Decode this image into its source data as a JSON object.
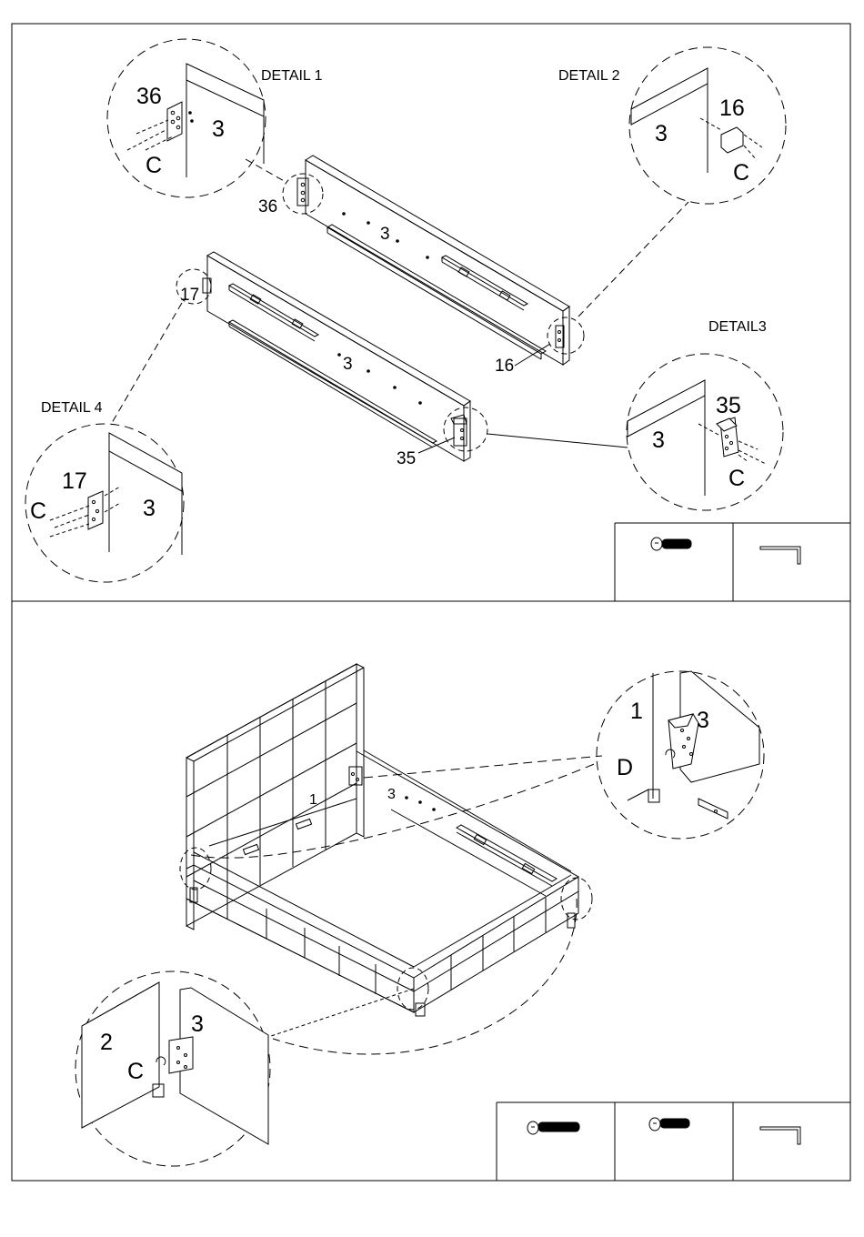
{
  "step1": {
    "detail_1": {
      "title": "DETAIL 1",
      "bracket": "36",
      "panel": "3",
      "screw": "C"
    },
    "detail_2": {
      "title": "DETAIL 2",
      "bracket": "16",
      "panel": "3",
      "screw": "C"
    },
    "detail_3": {
      "title": "DETAIL3",
      "bracket": "35",
      "panel": "3",
      "screw": "C"
    },
    "detail_4": {
      "title": "DETAIL 4",
      "bracket": "17",
      "panel": "3",
      "screw": "C"
    },
    "rail_back": {
      "panel": "3",
      "bracket_left": "36",
      "bracket_right": "16"
    },
    "rail_front": {
      "panel": "3",
      "bracket_left": "17",
      "bracket_right": "35"
    },
    "tools": [
      {
        "icon": "short-bolt-icon"
      },
      {
        "icon": "allen-key-icon"
      }
    ]
  },
  "step2": {
    "frame": {
      "side_rail": "3",
      "headboard_rail": "1"
    },
    "detail_top": {
      "part_a": "1",
      "part_b": "3",
      "screw": "D"
    },
    "detail_bottom": {
      "part_a": "2",
      "part_b": "3",
      "screw": "C"
    },
    "tools": [
      {
        "icon": "long-bolt-icon"
      },
      {
        "icon": "short-bolt-icon"
      },
      {
        "icon": "allen-key-icon"
      }
    ]
  }
}
